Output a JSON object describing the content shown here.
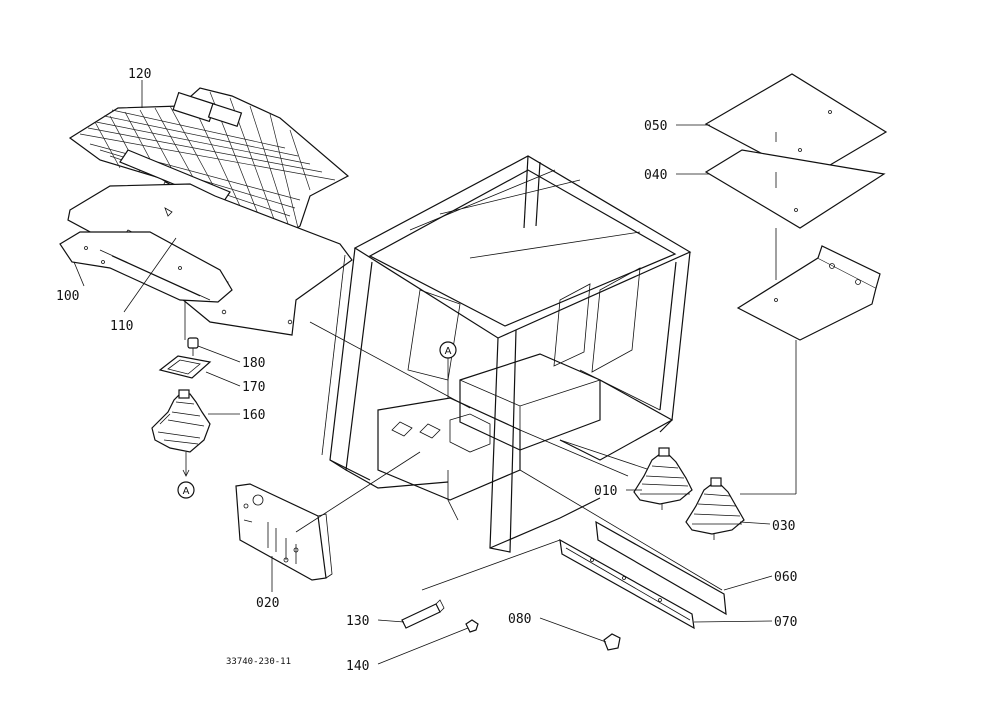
{
  "parts": {
    "p010": "010",
    "p020": "020",
    "p030": "030",
    "p040": "040",
    "p050": "050",
    "p060": "060",
    "p070": "070",
    "p080": "080",
    "p100": "100",
    "p110": "110",
    "p120": "120",
    "p130": "130",
    "p140": "140",
    "p160": "160",
    "p170": "170",
    "p180": "180"
  },
  "ref_mark": "A",
  "drawing_number": "33740-230-11"
}
